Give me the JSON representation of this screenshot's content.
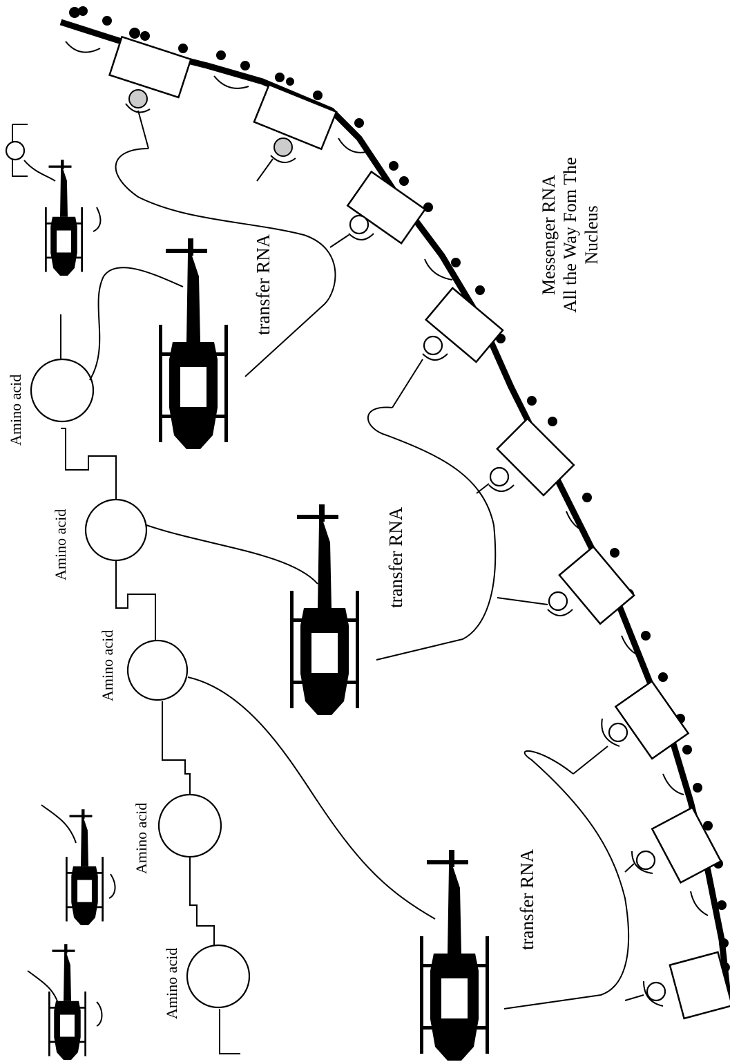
{
  "labels": {
    "amino_acid": "Amino acid",
    "transfer_rna": "transfer RNA",
    "messenger_line1": "Messenger RNA",
    "messenger_line2": "All the Way Fom The",
    "messenger_line3": "Nucleus"
  },
  "colors": {
    "ink": "#000000",
    "paper": "#ffffff",
    "anticodon_fill": "#cccccc"
  },
  "icons": [
    "helicopter-icon",
    "train-car-icon",
    "amino-acid-circle"
  ]
}
